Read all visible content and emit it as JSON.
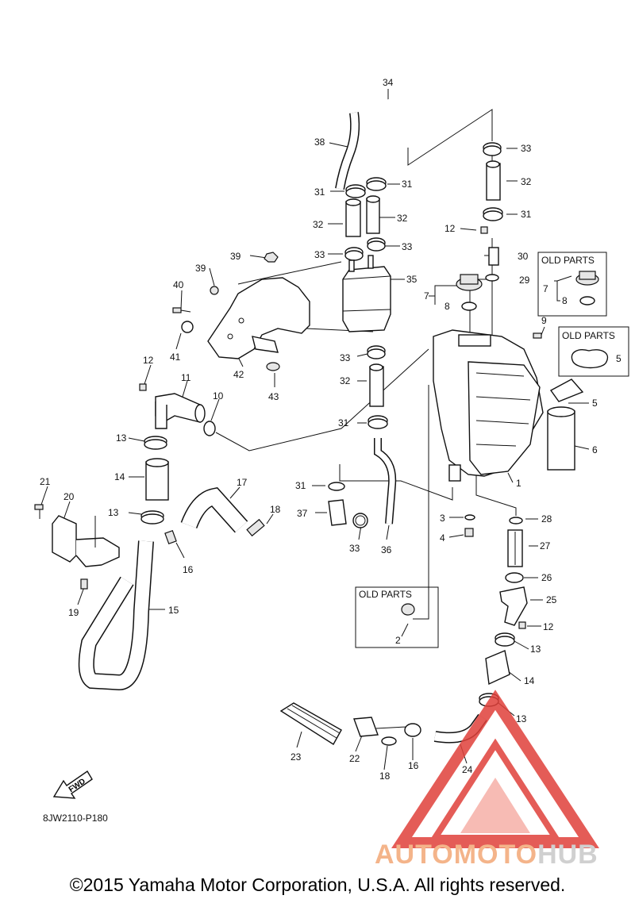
{
  "diagram": {
    "callouts": [
      {
        "id": "c1",
        "text": "1"
      },
      {
        "id": "c2",
        "text": "2"
      },
      {
        "id": "c3",
        "text": "3"
      },
      {
        "id": "c4",
        "text": "4"
      },
      {
        "id": "c5a",
        "text": "5"
      },
      {
        "id": "c5b",
        "text": "5"
      },
      {
        "id": "c6",
        "text": "6"
      },
      {
        "id": "c7a",
        "text": "7"
      },
      {
        "id": "c7b",
        "text": "7"
      },
      {
        "id": "c8a",
        "text": "8"
      },
      {
        "id": "c8b",
        "text": "8"
      },
      {
        "id": "c9",
        "text": "9"
      },
      {
        "id": "c10",
        "text": "10"
      },
      {
        "id": "c11",
        "text": "11"
      },
      {
        "id": "c12a",
        "text": "12"
      },
      {
        "id": "c12b",
        "text": "12"
      },
      {
        "id": "c12c",
        "text": "12"
      },
      {
        "id": "c13a",
        "text": "13"
      },
      {
        "id": "c13b",
        "text": "13"
      },
      {
        "id": "c13c",
        "text": "13"
      },
      {
        "id": "c13d",
        "text": "13"
      },
      {
        "id": "c14a",
        "text": "14"
      },
      {
        "id": "c14b",
        "text": "14"
      },
      {
        "id": "c15",
        "text": "15"
      },
      {
        "id": "c16a",
        "text": "16"
      },
      {
        "id": "c16b",
        "text": "16"
      },
      {
        "id": "c17",
        "text": "17"
      },
      {
        "id": "c18a",
        "text": "18"
      },
      {
        "id": "c18b",
        "text": "18"
      },
      {
        "id": "c19",
        "text": "19"
      },
      {
        "id": "c20",
        "text": "20"
      },
      {
        "id": "c21",
        "text": "21"
      },
      {
        "id": "c22",
        "text": "22"
      },
      {
        "id": "c23",
        "text": "23"
      },
      {
        "id": "c24",
        "text": "24"
      },
      {
        "id": "c25",
        "text": "25"
      },
      {
        "id": "c26",
        "text": "26"
      },
      {
        "id": "c27",
        "text": "27"
      },
      {
        "id": "c28",
        "text": "28"
      },
      {
        "id": "c29",
        "text": "29"
      },
      {
        "id": "c30",
        "text": "30"
      },
      {
        "id": "c31a",
        "text": "31"
      },
      {
        "id": "c31b",
        "text": "31"
      },
      {
        "id": "c31c",
        "text": "31"
      },
      {
        "id": "c31d",
        "text": "31"
      },
      {
        "id": "c31e",
        "text": "31"
      },
      {
        "id": "c32a",
        "text": "32"
      },
      {
        "id": "c32b",
        "text": "32"
      },
      {
        "id": "c32c",
        "text": "32"
      },
      {
        "id": "c32d",
        "text": "32"
      },
      {
        "id": "c33a",
        "text": "33"
      },
      {
        "id": "c33b",
        "text": "33"
      },
      {
        "id": "c33c",
        "text": "33"
      },
      {
        "id": "c33d",
        "text": "33"
      },
      {
        "id": "c33e",
        "text": "33"
      },
      {
        "id": "c34",
        "text": "34"
      },
      {
        "id": "c35",
        "text": "35"
      },
      {
        "id": "c36",
        "text": "36"
      },
      {
        "id": "c37",
        "text": "37"
      },
      {
        "id": "c38",
        "text": "38"
      },
      {
        "id": "c39",
        "text": "39"
      },
      {
        "id": "c40",
        "text": "40"
      },
      {
        "id": "c41",
        "text": "41"
      },
      {
        "id": "c42",
        "text": "42"
      },
      {
        "id": "c43",
        "text": "43"
      }
    ],
    "old_parts_label": "OLD PARTS",
    "fwd_label": "FWD",
    "diagram_code": "8JW2110-P180"
  },
  "watermark": {
    "brand_part1": "AUTOMOTO",
    "brand_part2": "HUB",
    "logo_color": "#e0403a",
    "text_color_1": "#f4b48a",
    "text_color_2": "#d0d0d0"
  },
  "footer": {
    "copyright": "©2015 Yamaha Motor Corporation, U.S.A. All rights reserved."
  }
}
